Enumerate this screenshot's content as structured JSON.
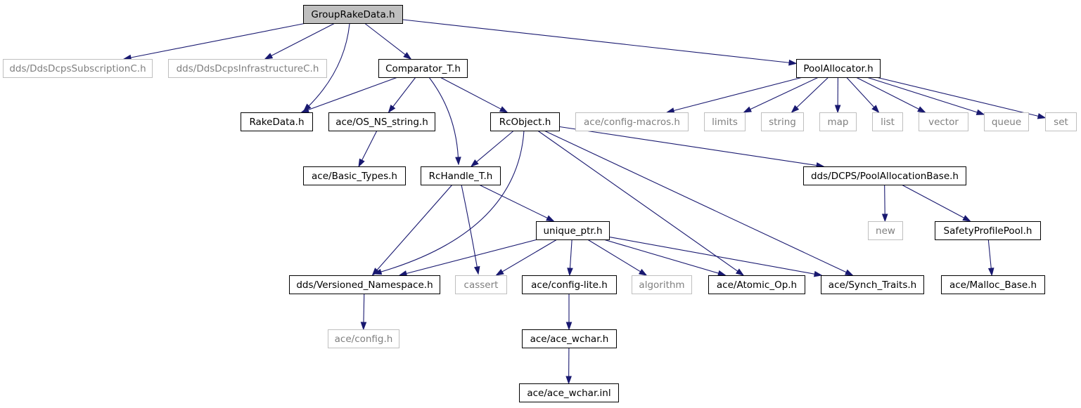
{
  "colors": {
    "edge": "#191970",
    "root_fill": "#bfbfbf",
    "external_stroke": "#bfbfbf",
    "external_text": "#7f7f7f"
  },
  "nodes": {
    "root": {
      "label": "GroupRakeData.h",
      "kind": "root"
    },
    "dcps_sub": {
      "label": "dds/DdsDcpsSubscriptionC.h",
      "kind": "external"
    },
    "dcps_infra": {
      "label": "dds/DdsDcpsInfrastructureC.h",
      "kind": "external"
    },
    "comparator": {
      "label": "Comparator_T.h",
      "kind": "internal"
    },
    "pool_alloc": {
      "label": "PoolAllocator.h",
      "kind": "internal"
    },
    "rakedata": {
      "label": "RakeData.h",
      "kind": "internal"
    },
    "os_ns_string": {
      "label": "ace/OS_NS_string.h",
      "kind": "internal"
    },
    "rcobject": {
      "label": "RcObject.h",
      "kind": "internal"
    },
    "config_macros": {
      "label": "ace/config-macros.h",
      "kind": "external"
    },
    "limits": {
      "label": "limits",
      "kind": "external"
    },
    "string": {
      "label": "string",
      "kind": "external"
    },
    "map": {
      "label": "map",
      "kind": "external"
    },
    "list": {
      "label": "list",
      "kind": "external"
    },
    "vector": {
      "label": "vector",
      "kind": "external"
    },
    "queue": {
      "label": "queue",
      "kind": "external"
    },
    "set": {
      "label": "set",
      "kind": "external"
    },
    "basic_types": {
      "label": "ace/Basic_Types.h",
      "kind": "internal"
    },
    "rchandle": {
      "label": "RcHandle_T.h",
      "kind": "internal"
    },
    "pool_alloc_base": {
      "label": "dds/DCPS/PoolAllocationBase.h",
      "kind": "internal"
    },
    "unique_ptr": {
      "label": "unique_ptr.h",
      "kind": "internal"
    },
    "new": {
      "label": "new",
      "kind": "external"
    },
    "safety_pool": {
      "label": "SafetyProfilePool.h",
      "kind": "internal"
    },
    "versioned_ns": {
      "label": "dds/Versioned_Namespace.h",
      "kind": "internal"
    },
    "cassert": {
      "label": "cassert",
      "kind": "external"
    },
    "config_lite": {
      "label": "ace/config-lite.h",
      "kind": "internal"
    },
    "algorithm": {
      "label": "algorithm",
      "kind": "external"
    },
    "atomic_op": {
      "label": "ace/Atomic_Op.h",
      "kind": "internal"
    },
    "synch_traits": {
      "label": "ace/Synch_Traits.h",
      "kind": "internal"
    },
    "malloc_base": {
      "label": "ace/Malloc_Base.h",
      "kind": "internal"
    },
    "config_h": {
      "label": "ace/config.h",
      "kind": "external"
    },
    "ace_wchar_h": {
      "label": "ace/ace_wchar.h",
      "kind": "internal"
    },
    "ace_wchar_inl": {
      "label": "ace/ace_wchar.inl",
      "kind": "internal"
    }
  },
  "edges": [
    [
      "root",
      "dcps_sub"
    ],
    [
      "root",
      "dcps_infra"
    ],
    [
      "root",
      "rakedata"
    ],
    [
      "root",
      "comparator"
    ],
    [
      "root",
      "pool_alloc"
    ],
    [
      "comparator",
      "rakedata"
    ],
    [
      "comparator",
      "os_ns_string"
    ],
    [
      "comparator",
      "rchandle"
    ],
    [
      "comparator",
      "rcobject"
    ],
    [
      "pool_alloc",
      "config_macros"
    ],
    [
      "pool_alloc",
      "limits"
    ],
    [
      "pool_alloc",
      "string"
    ],
    [
      "pool_alloc",
      "map"
    ],
    [
      "pool_alloc",
      "list"
    ],
    [
      "pool_alloc",
      "vector"
    ],
    [
      "pool_alloc",
      "queue"
    ],
    [
      "pool_alloc",
      "set"
    ],
    [
      "os_ns_string",
      "basic_types"
    ],
    [
      "rcobject",
      "rchandle"
    ],
    [
      "rcobject",
      "versioned_ns"
    ],
    [
      "rcobject",
      "atomic_op"
    ],
    [
      "rcobject",
      "synch_traits"
    ],
    [
      "rcobject",
      "pool_alloc_base"
    ],
    [
      "rchandle",
      "versioned_ns"
    ],
    [
      "rchandle",
      "cassert"
    ],
    [
      "rchandle",
      "unique_ptr"
    ],
    [
      "pool_alloc_base",
      "new"
    ],
    [
      "pool_alloc_base",
      "safety_pool"
    ],
    [
      "safety_pool",
      "malloc_base"
    ],
    [
      "unique_ptr",
      "versioned_ns"
    ],
    [
      "unique_ptr",
      "cassert"
    ],
    [
      "unique_ptr",
      "config_lite"
    ],
    [
      "unique_ptr",
      "algorithm"
    ],
    [
      "unique_ptr",
      "atomic_op"
    ],
    [
      "unique_ptr",
      "synch_traits"
    ],
    [
      "versioned_ns",
      "config_h"
    ],
    [
      "config_lite",
      "ace_wchar_h"
    ],
    [
      "ace_wchar_h",
      "ace_wchar_inl"
    ]
  ]
}
